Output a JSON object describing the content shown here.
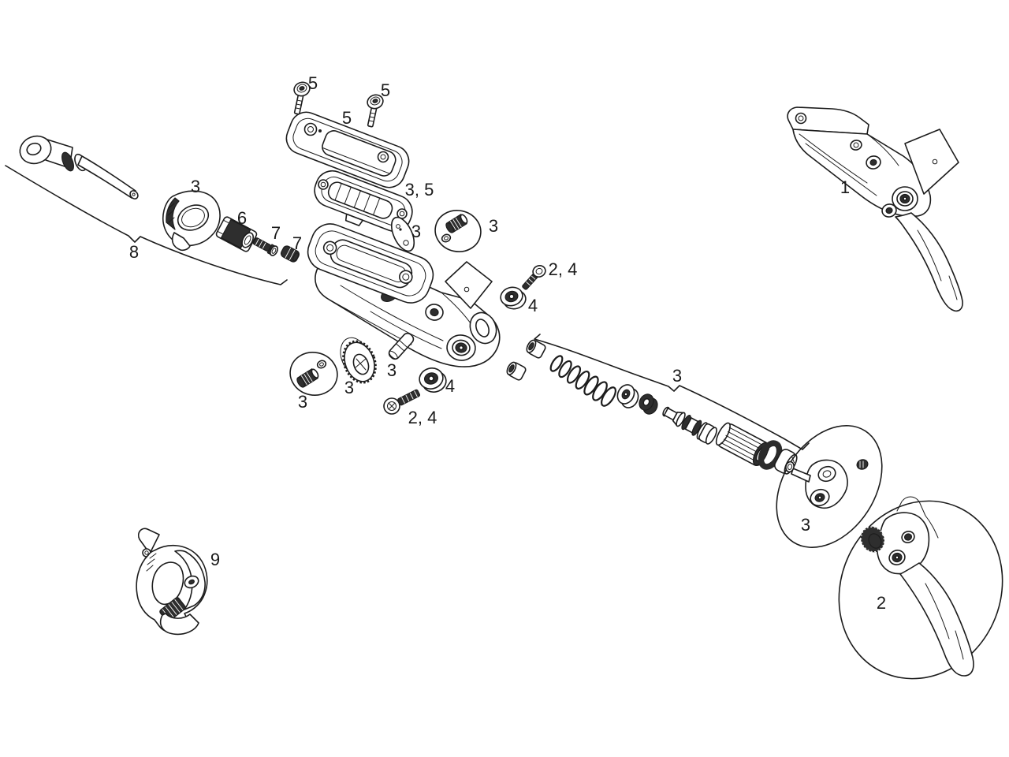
{
  "diagram": {
    "kind": "exploded-parts-diagram",
    "background_color": "#ffffff",
    "line_color": "#1c1c1c",
    "labels": [
      {
        "part": "cover-screw-left",
        "text": "5"
      },
      {
        "part": "cover-screw-right",
        "text": "5"
      },
      {
        "part": "reservoir-cover",
        "text": "5"
      },
      {
        "part": "bladder-seal",
        "text": "3, 5"
      },
      {
        "part": "bleed-sticker",
        "text": "3"
      },
      {
        "part": "bleed-screw-disc",
        "text": "3"
      },
      {
        "part": "pivot-bolt-upper",
        "text": "2, 4"
      },
      {
        "part": "pivot-bearing-upper",
        "text": "4"
      },
      {
        "part": "assembled-lever",
        "text": "1"
      },
      {
        "part": "hose-eyelet-cover",
        "text": "3"
      },
      {
        "part": "compression-nut",
        "text": "6"
      },
      {
        "part": "hose-barb",
        "text": "7"
      },
      {
        "part": "compression-olive",
        "text": "7"
      },
      {
        "part": "hose-assembly",
        "text": "8"
      },
      {
        "part": "bleed-screw-disc-2",
        "text": "3"
      },
      {
        "part": "cam-wheel",
        "text": "3"
      },
      {
        "part": "cam-pin",
        "text": "3"
      },
      {
        "part": "pivot-bearing-lower",
        "text": "4"
      },
      {
        "part": "pivot-bolt-lower",
        "text": "2, 4"
      },
      {
        "part": "piston-kit",
        "text": "3"
      },
      {
        "part": "reach-adjust-kit",
        "text": "3"
      },
      {
        "part": "lever-blade-kit",
        "text": "2"
      },
      {
        "part": "handlebar-clamp",
        "text": "9"
      }
    ]
  }
}
